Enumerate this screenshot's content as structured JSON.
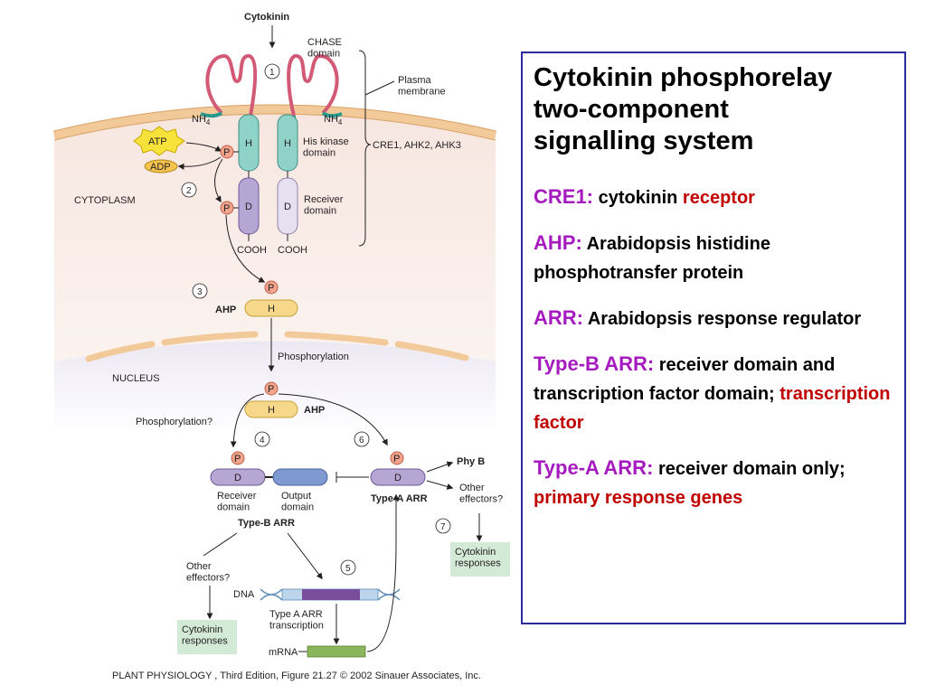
{
  "diagram": {
    "top_label": "Cytokinin",
    "chase_domain": "CHASE\ndomain",
    "plasma_membrane": "Plasma\nmembrane",
    "nh4_left": "NH",
    "nh4_right": "NH",
    "nh4_sub": "4",
    "atp": "ATP",
    "adp": "ADP",
    "p": "P",
    "h": "H",
    "d": "D",
    "his_kinase_domain": "His kinase\ndomain",
    "receiver_domain": "Receiver\ndomain",
    "receptors_label": "CRE1, AHK2, AHK3",
    "cytoplasm": "CYTOPLASM",
    "cooh": "COOH",
    "ahp": "AHP",
    "nucleus": "NUCLEUS",
    "phosphorylation": "Phosphorylation",
    "phosphorylation_q": "Phosphorylation?",
    "output_domain": "Output\ndomain",
    "type_b_arr": "Type-B ARR",
    "type_a_arr": "Type-A ARR",
    "phy_b": "Phy B",
    "other_effectors": "Other\neffectors?",
    "cytokinin_responses": "Cytokinin\nresponses",
    "dna": "DNA",
    "type_a_transcription": "Type A ARR\ntranscription",
    "mrna": "mRNA",
    "steps": [
      "1",
      "2",
      "3",
      "4",
      "5",
      "6",
      "7"
    ]
  },
  "credit": "PLANT PHYSIOLOGY , Third Edition, Figure 21.27  © 2002 Sinauer Associates, Inc.",
  "info": {
    "title": "Cytokinin phosphorelay\ntwo-component\nsignalling system",
    "cre1_key": "CRE1:",
    "cre1_text": " cytokinin ",
    "cre1_red": "receptor",
    "ahp_key": "AHP:",
    "ahp_text": " Arabidopsis histidine phosphotransfer protein",
    "arr_key": "ARR:",
    "arr_text": " Arabidopsis response regulator",
    "typeb_key": "Type-B ARR:",
    "typeb_text": " receiver domain and transcription factor domain; ",
    "typeb_red": "transcription factor",
    "typea_key": "Type-A ARR:",
    "typea_text": " receiver domain only; ",
    "typea_red": "primary response genes"
  },
  "colors": {
    "border": "#2b2b9a",
    "key": "#a61bbf",
    "red": "#c00000",
    "membrane": "#f2ca9a",
    "h_domain": "#8fd3c8",
    "d_domain": "#b5a6d4",
    "d_light": "#e6e0f0",
    "ahp": "#f7d88a",
    "p_circle": "#f2a48c",
    "output": "#7f9ad1",
    "response_box": "#d3ead7",
    "mrna": "#8ab55a",
    "dna_band": "#7a4d9c"
  }
}
